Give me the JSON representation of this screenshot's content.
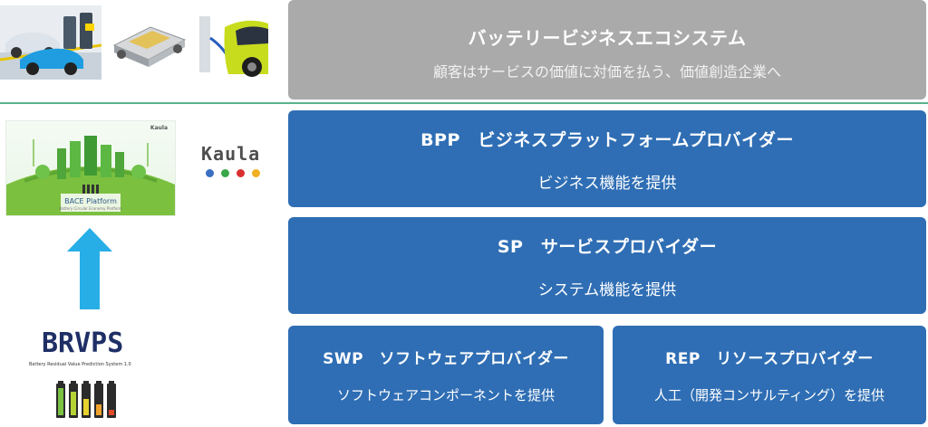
{
  "ecosystem": {
    "title": "バッテリービジネスエコシステム",
    "subtitle": "顧客はサービスの価値に対価を払う、価値創造企業へ"
  },
  "bpp": {
    "title": "BPP　ビジネスプラットフォームプロバイダー",
    "subtitle": "ビジネス機能を提供"
  },
  "sp": {
    "title": "SP　サービスプロバイダー",
    "subtitle": "システム機能を提供"
  },
  "swp": {
    "title": "SWP　ソフトウェアプロバイダー",
    "subtitle": "ソフトウェアコンポーネントを提供"
  },
  "rep": {
    "title": "REP　リソースプロバイダー",
    "subtitle": "人工（開発コンサルティング）を提供"
  },
  "bace": {
    "label": "BACE Platform",
    "tagline": "Battery Circular Economy Platform",
    "corner_logo": "Kaula"
  },
  "kaula": {
    "logo_text": "Kaula",
    "dot_colors": [
      "#3a6fc4",
      "#3aa64a",
      "#d93030",
      "#f0b020"
    ]
  },
  "brvps": {
    "logo_text": "BRVPS",
    "full_name": "Battery Residual Value Prediction System 1.0",
    "battery_levels": [
      {
        "fill": 1.0,
        "color": "#7cc242"
      },
      {
        "fill": 0.85,
        "color": "#b5d334"
      },
      {
        "fill": 0.6,
        "color": "#e6d12d"
      },
      {
        "fill": 0.4,
        "color": "#f0a22c"
      },
      {
        "fill": 0.2,
        "color": "#e04a2a"
      }
    ]
  },
  "colors": {
    "provider_blue": "#2f6eb4",
    "ecosystem_gray": "#aaaaaa",
    "divider_green": "#58b38d",
    "arrow_blue": "#28aee6"
  }
}
